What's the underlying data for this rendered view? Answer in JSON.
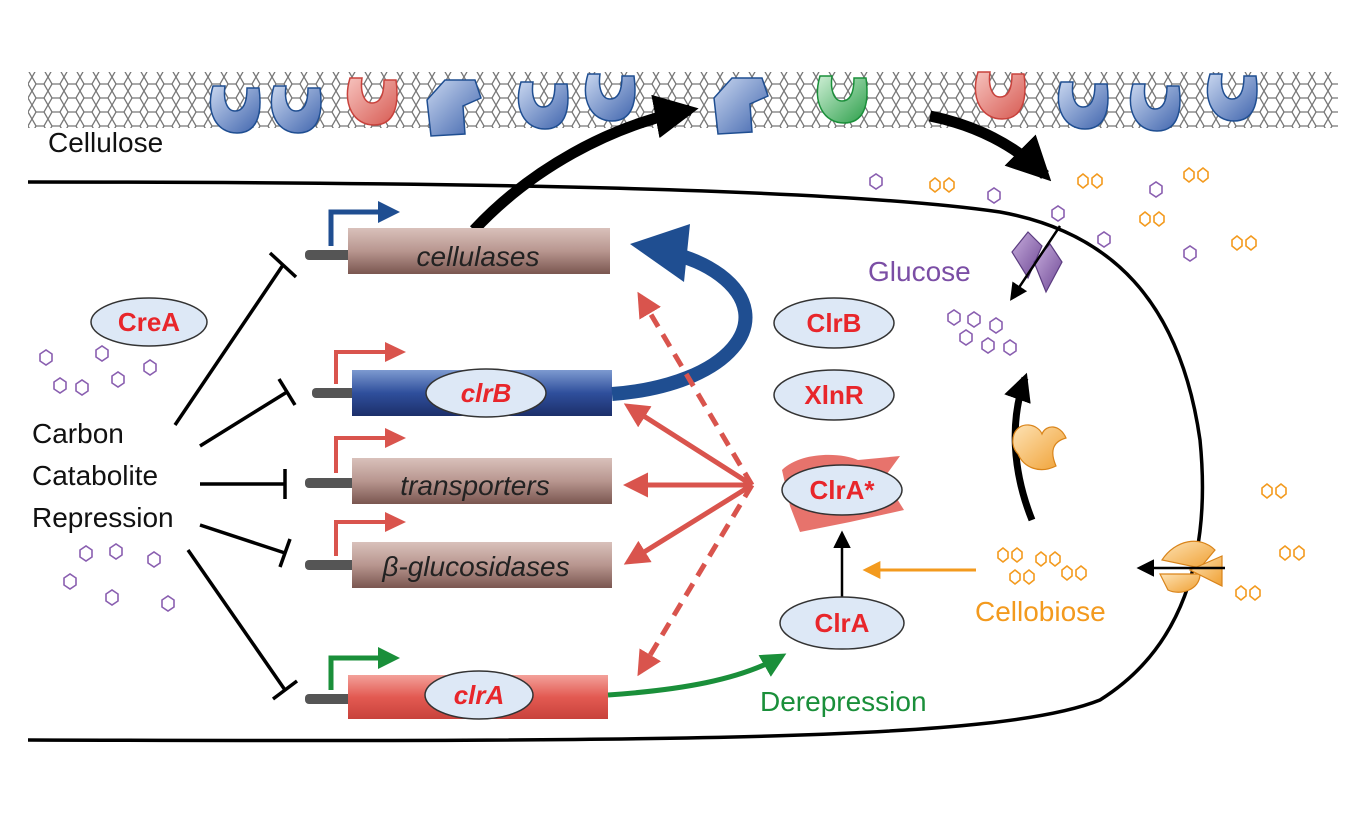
{
  "labels": {
    "cellulose": "Cellulose",
    "glucose": "Glucose",
    "cellobiose": "Cellobiose",
    "derepression": "Derepression",
    "ccr_line1": "Carbon",
    "ccr_line2": "Catabolite",
    "ccr_line3": "Repression"
  },
  "genes": {
    "cellulases": "cellulases",
    "clrB": "clrB",
    "transporters": "transporters",
    "bglucosidases": "β-glucosidases",
    "clrA": "clrA"
  },
  "proteins": {
    "creA": "CreA",
    "clrB": "ClrB",
    "xlnR": "XlnR",
    "clrAStar": "ClrA*",
    "clrA": "ClrA"
  },
  "colors": {
    "red": "#d9544d",
    "blue": "#1f4e91",
    "green": "#1a8f3a",
    "orange": "#f39a1e",
    "purple": "#8a5fb0",
    "proteinText": "#e8262b",
    "ovalFill": "#dde8f6"
  }
}
